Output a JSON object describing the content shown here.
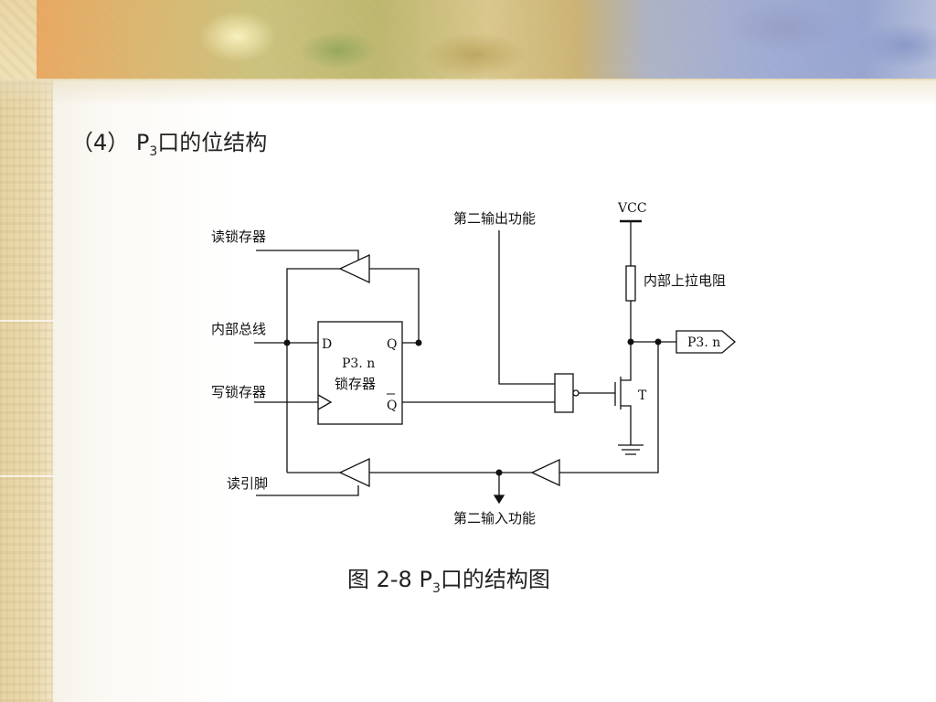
{
  "title": {
    "prefix": "（4）  P",
    "sub": "3",
    "suffix": "口的位结构"
  },
  "caption": {
    "prefix": "图 2-8  P",
    "sub": "3",
    "suffix": "口的结构图"
  },
  "diagram": {
    "labels": {
      "read_latch": "读锁存器",
      "internal_bus": "内部总线",
      "write_latch": "写锁存器",
      "read_pin": "读引脚",
      "second_output": "第二输出功能",
      "second_input": "第二输入功能",
      "vcc": "VCC",
      "pullup": "内部上拉电阻",
      "pin": "P3. n",
      "transistor": "T",
      "latch_line1": "P3. n",
      "latch_line2": "锁存器",
      "latch_d": "D",
      "latch_q": "Q",
      "latch_qbar": "Q"
    }
  }
}
